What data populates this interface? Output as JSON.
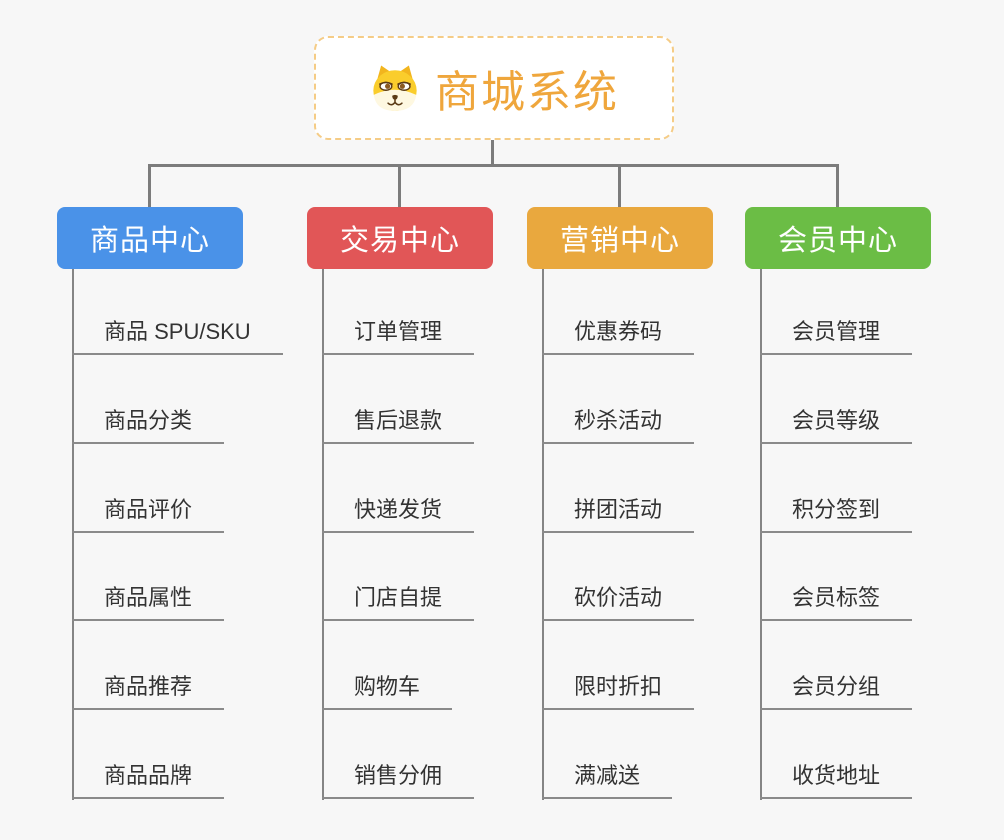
{
  "background_color": "#F7F7F7",
  "connector_color": "#7C7C7C",
  "root": {
    "title": "商城系统",
    "icon": "dog-face-icon",
    "title_color": "#EFA63C",
    "border_color": "#F5CC86"
  },
  "branches": [
    {
      "id": "product-center",
      "label": "商品中心",
      "color": "#4A92E8",
      "items": [
        "商品 SPU/SKU",
        "商品分类",
        "商品评价",
        "商品属性",
        "商品推荐",
        "商品品牌"
      ]
    },
    {
      "id": "trade-center",
      "label": "交易中心",
      "color": "#E15657",
      "items": [
        "订单管理",
        "售后退款",
        "快递发货",
        "门店自提",
        "购物车",
        "销售分佣"
      ]
    },
    {
      "id": "marketing-center",
      "label": "营销中心",
      "color": "#E9A83E",
      "items": [
        "优惠券码",
        "秒杀活动",
        "拼团活动",
        "砍价活动",
        "限时折扣",
        "满减送"
      ]
    },
    {
      "id": "member-center",
      "label": "会员中心",
      "color": "#6BBD45",
      "items": [
        "会员管理",
        "会员等级",
        "积分签到",
        "会员标签",
        "会员分组",
        "收货地址"
      ]
    }
  ]
}
